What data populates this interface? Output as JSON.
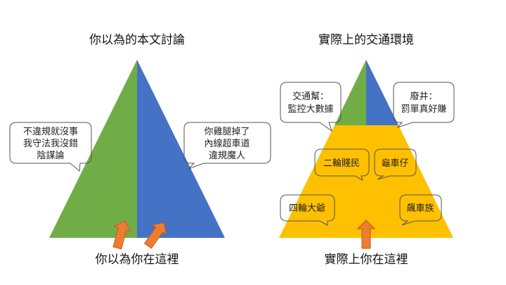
{
  "colors": {
    "green": "#70ad47",
    "blue": "#4472c4",
    "yellow": "#ffc000",
    "orange": "#ed7d31"
  },
  "left": {
    "title": "你以為的本文討論",
    "caption": "你以為你在這裡",
    "bubble_left": [
      "不違規就沒事",
      "我守法我沒錯",
      "陰謀論"
    ],
    "bubble_right": [
      "你雞腿掉了",
      "內線超車道",
      "違規魔人"
    ]
  },
  "right": {
    "title": "實際上的交通環境",
    "caption": "實際上你在這裡",
    "bubble_traffic_gang": [
      "交通幫：",
      "監控大數據"
    ],
    "bubble_fei_jing": [
      "廢井：",
      "罰單真好賺"
    ],
    "bubble_scooter": "二輪賤民",
    "bubble_turtle": "龜車仔",
    "bubble_car": "四輪大爺",
    "bubble_racer": "飆車族"
  }
}
